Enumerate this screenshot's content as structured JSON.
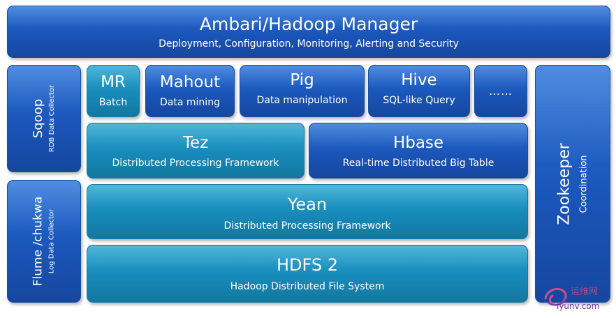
{
  "diagram": {
    "ambari": {
      "title": "Ambari/Hadoop Manager",
      "subtitle": "Deployment, Configuration, Monitoring, Alerting and Security"
    },
    "sqoop": {
      "title": "Sqoop",
      "subtitle": "RDB Data Collector"
    },
    "flume": {
      "title": "Flume /chukwa",
      "subtitle": "Log Data Collector"
    },
    "mr": {
      "title": "MR",
      "subtitle": "Batch"
    },
    "mahout": {
      "title": "Mahout",
      "subtitle": "Data mining"
    },
    "pig": {
      "title": "Pig",
      "subtitle": "Data manipulation"
    },
    "hive": {
      "title": "Hive",
      "subtitle": "SQL-like Query"
    },
    "more": {
      "title": "……"
    },
    "tez": {
      "title": "Tez",
      "subtitle": "Distributed Processing Framework"
    },
    "hbase": {
      "title": "Hbase",
      "subtitle": "Real-time Distributed Big Table"
    },
    "yarn": {
      "title": "Yean",
      "subtitle": "Distributed Processing Framework"
    },
    "hdfs": {
      "title": "HDFS 2",
      "subtitle": "Hadoop Distributed File System"
    },
    "zookeeper": {
      "title": "Zookeeper",
      "subtitle": "Coordination"
    }
  },
  "watermark": {
    "site_cn": "运维网",
    "site": "iyunv.com"
  },
  "colors": {
    "blue": "#1b55b8",
    "teal": "#1789b9",
    "text": "#ffffff"
  }
}
